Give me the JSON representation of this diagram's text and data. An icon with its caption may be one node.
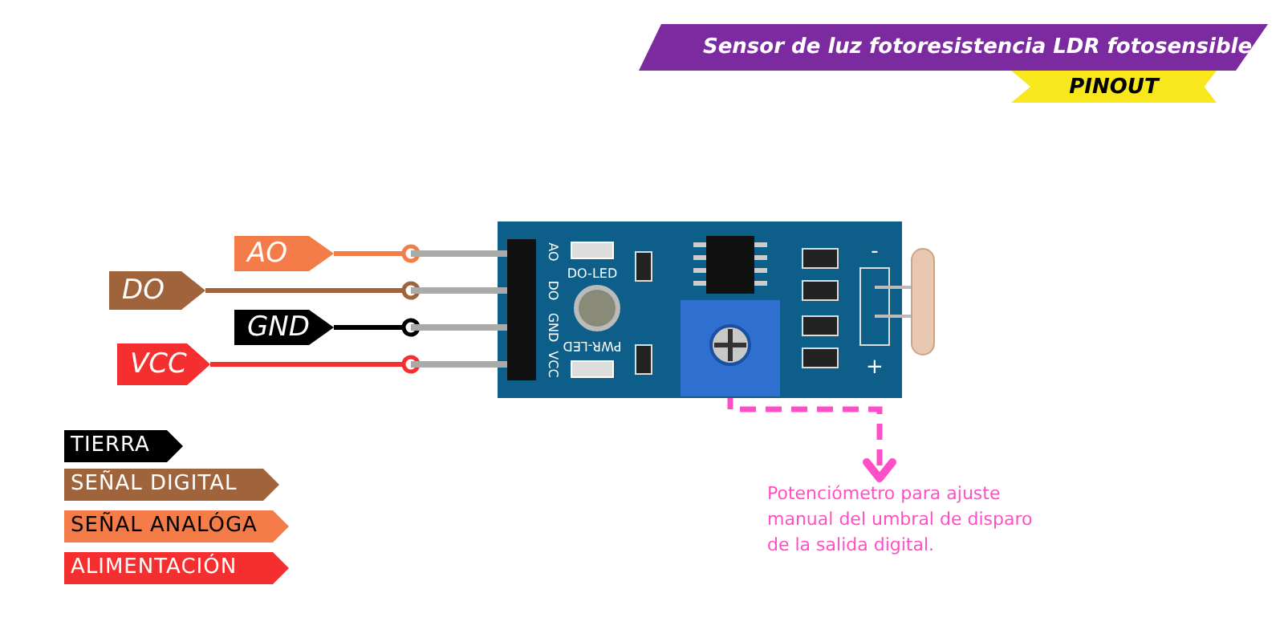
{
  "diagram": {
    "title": "Sensor de luz fotoresistencia LDR fotosensible",
    "nodes": [
      {
        "text": [
          "AO"
        ]
      },
      {
        "text": [
          "DO"
        ]
      },
      {
        "text": [
          "GND"
        ]
      },
      {
        "text": [
          "VCC"
        ]
      },
      {
        "text": [],
        "shape": "picture"
      },
      {
        "text": [],
        "shape": "picture",
        "in": 4
      },
      {
        "text": [
          "Potenciómetro para ajuste manual del umbral de disparo de la salida digital."
        ]
      }
    ],
    "edges": [
      {
        "from": 0,
        "to": 4,
        "arrow": "other",
        "color": "#f47c48"
      },
      {
        "from": 1,
        "to": 4,
        "arrow": "other",
        "color": "#a0643c"
      },
      {
        "from": 2,
        "to": 4,
        "arrow": "other",
        "color": "#000000"
      },
      {
        "from": 3,
        "to": 4,
        "arrow": "other",
        "color": "#f52f2f"
      },
      {
        "from": 5,
        "to": 6,
        "arrow": "to",
        "style": "dashed",
        "color": "#ff4fc8"
      }
    ],
    "labels": [
      "PINOUT",
      "AO",
      "DO",
      "GND",
      "VCC",
      "DO-LED",
      "PWR-LED",
      "-",
      "+"
    ],
    "legend": [
      {
        "text": "TIERRA",
        "color": "#000000"
      },
      {
        "text": "SEÑAL DIGITAL",
        "color": "#a0643c"
      },
      {
        "text": "SEÑAL ANALÓGA",
        "color": "#f47c48"
      },
      {
        "text": "ALIMENTACIÓN",
        "color": "#f52f2f"
      }
    ]
  }
}
